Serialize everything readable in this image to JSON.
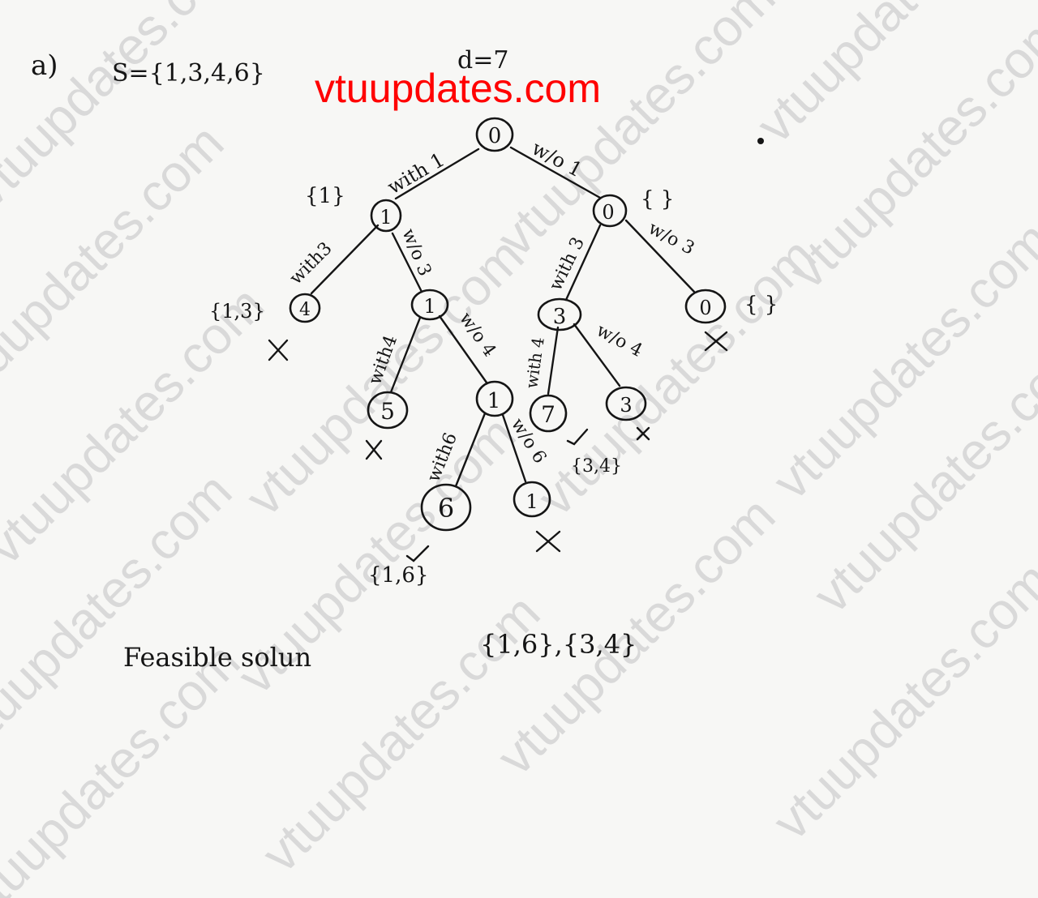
{
  "header": {
    "part_label": "a)",
    "set_label": "S={1,3,4,6}",
    "target_label": "d=7"
  },
  "site_banner": "vtuupdates.com",
  "watermark_text": "vtuupdates.com",
  "nodes": {
    "root": {
      "value": "0"
    },
    "n1": {
      "value": "1",
      "set": "{1}"
    },
    "n0b": {
      "value": "0",
      "set": "{ }"
    },
    "n4": {
      "value": "4",
      "set": "{1,3}"
    },
    "n1b": {
      "value": "1"
    },
    "n5": {
      "value": "5"
    },
    "n1c": {
      "value": "1"
    },
    "n6": {
      "value": "6",
      "set": "{1,6}"
    },
    "n1d": {
      "value": "1"
    },
    "n3": {
      "value": "3"
    },
    "n7": {
      "value": "7",
      "set": "{3,4}"
    },
    "n3b": {
      "value": "3"
    },
    "n0c": {
      "value": "0",
      "set": "{ }"
    }
  },
  "edges": {
    "with1": "with 1",
    "wo1": "w/o 1",
    "with3_left": "with3",
    "wo3_left": "w/o 3",
    "with4_left": "with4",
    "wo4_left": "w/o 4",
    "with6": "with6",
    "wo6": "w/o 6",
    "with3_right": "with 3",
    "wo3_right": "w/o 3",
    "with4_right": "with 4",
    "wo4_right": "w/o 4"
  },
  "conclusion": {
    "label": "Feasible solun",
    "answer": "{1,6},{3,4}"
  },
  "colors": {
    "ink": "#151515",
    "banner": "#ff0000",
    "watermark": "#d9d9d9",
    "paper": "#f7f7f5"
  }
}
